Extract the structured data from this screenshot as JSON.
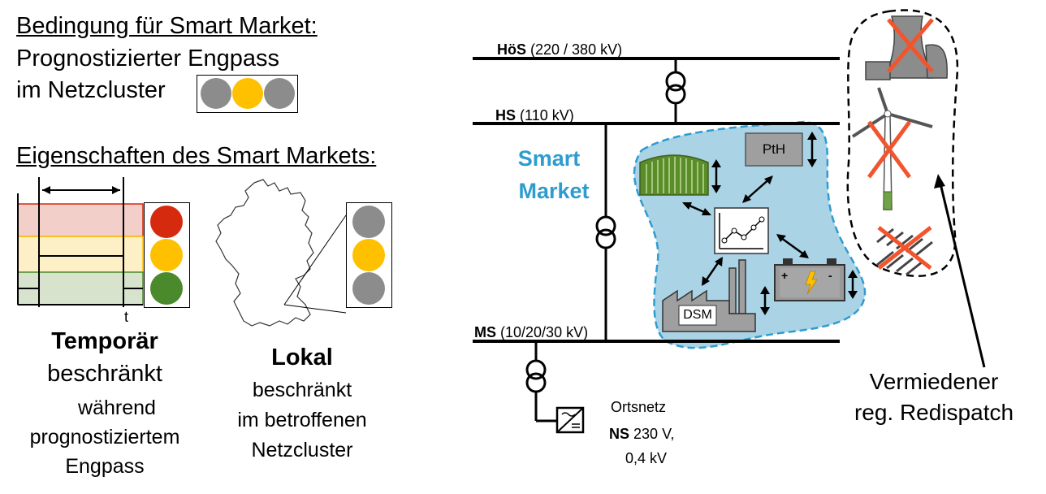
{
  "left": {
    "condition_heading": "Bedingung für Smart Market:",
    "condition_line1": "Prognostizierter Engpass",
    "condition_line2": "im Netzcluster",
    "properties_heading": "Eigenschaften des Smart Markets:",
    "time_axis_label": "t",
    "temporal_title": "Temporär",
    "temporal_sub": "beschränkt",
    "temporal_detail1": "während",
    "temporal_detail2": "prognostiziertem",
    "temporal_detail3": "Engpass",
    "local_title": "Lokal",
    "local_sub1": "beschränkt",
    "local_sub2": "im betroffenen",
    "local_sub3": "Netzcluster"
  },
  "grid": {
    "hos_label": "HöS",
    "hos_value": "(220 / 380 kV)",
    "hs_label": "HS",
    "hs_value": "(110 kV)",
    "ms_label": "MS",
    "ms_value": "(10/20/30 kV)",
    "local_net": "Ortsnetz",
    "ns_label": "NS",
    "ns_value": "230 V,",
    "ns_value2": "0,4 kV"
  },
  "market": {
    "title1": "Smart",
    "title2": "Market",
    "pth": "PtH",
    "dsm": "DSM"
  },
  "redispatch": {
    "line1": "Vermiedener",
    "line2": "reg. Redispatch"
  },
  "colors": {
    "red": "#d62a0f",
    "yellow": "#ffc000",
    "green": "#4a8a2c",
    "grey": "#8c8c8c",
    "market_blue": "#abd3e6",
    "market_border": "#2e9ccf",
    "market_text": "#2e9ccf",
    "cross": "#f2552d"
  },
  "icons": {
    "traffic_light": "traffic-light-icon",
    "transformer": "transformer-icon",
    "biogas": "biogas-plant-icon",
    "battery": "battery-icon",
    "factory": "factory-icon",
    "chart": "market-chart-icon",
    "power_plant": "power-plant-icon",
    "wind": "wind-turbine-icon",
    "solar": "solar-panel-icon",
    "ortsnetz": "ortsnetz-station-icon"
  }
}
